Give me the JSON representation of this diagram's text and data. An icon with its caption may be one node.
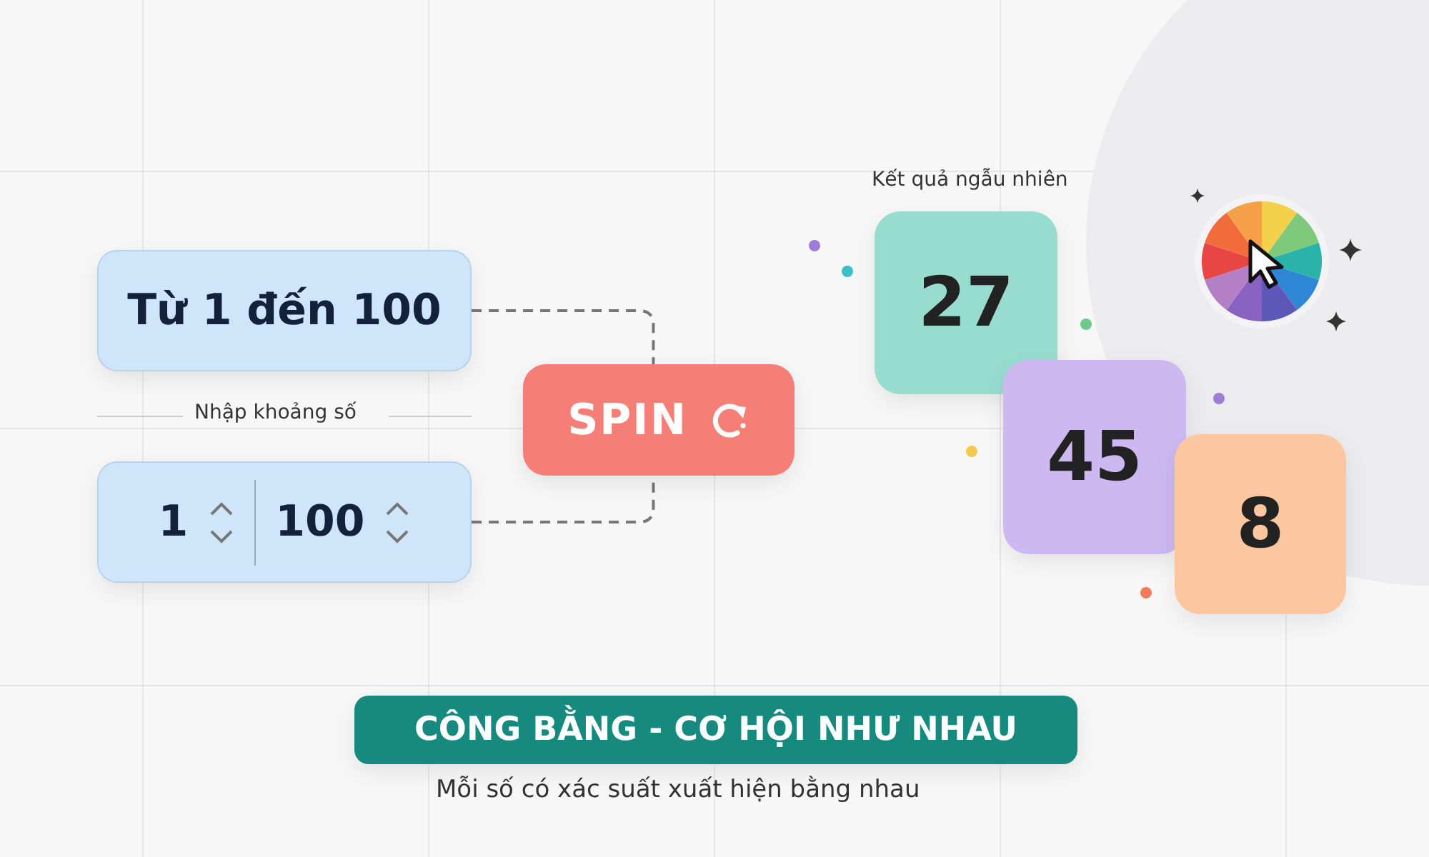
{
  "diagram": {
    "nodes": [
      {
        "text": [
          "Từ 1 đến 100"
        ]
      },
      {
        "text": [
          "1",
          "100"
        ]
      },
      {
        "text": [
          "SPIN"
        ]
      },
      {
        "text": [
          "27"
        ]
      },
      {
        "text": [
          "45"
        ]
      },
      {
        "text": [
          "8"
        ]
      },
      {
        "text": [
          "CÔNG BẰNG - CƠ HỘI NHƯ NHAU"
        ]
      }
    ],
    "edges": [
      {
        "from": 0,
        "to": 2,
        "arrow": "none",
        "style": "dashed"
      },
      {
        "from": 1,
        "to": 2,
        "arrow": "none",
        "style": "dashed"
      }
    ],
    "labels": [
      "Kết quả ngẫu nhiên",
      "Nhập khoảng số",
      "Mỗi số có xác suất xuất hiện bằng nhau"
    ]
  }
}
